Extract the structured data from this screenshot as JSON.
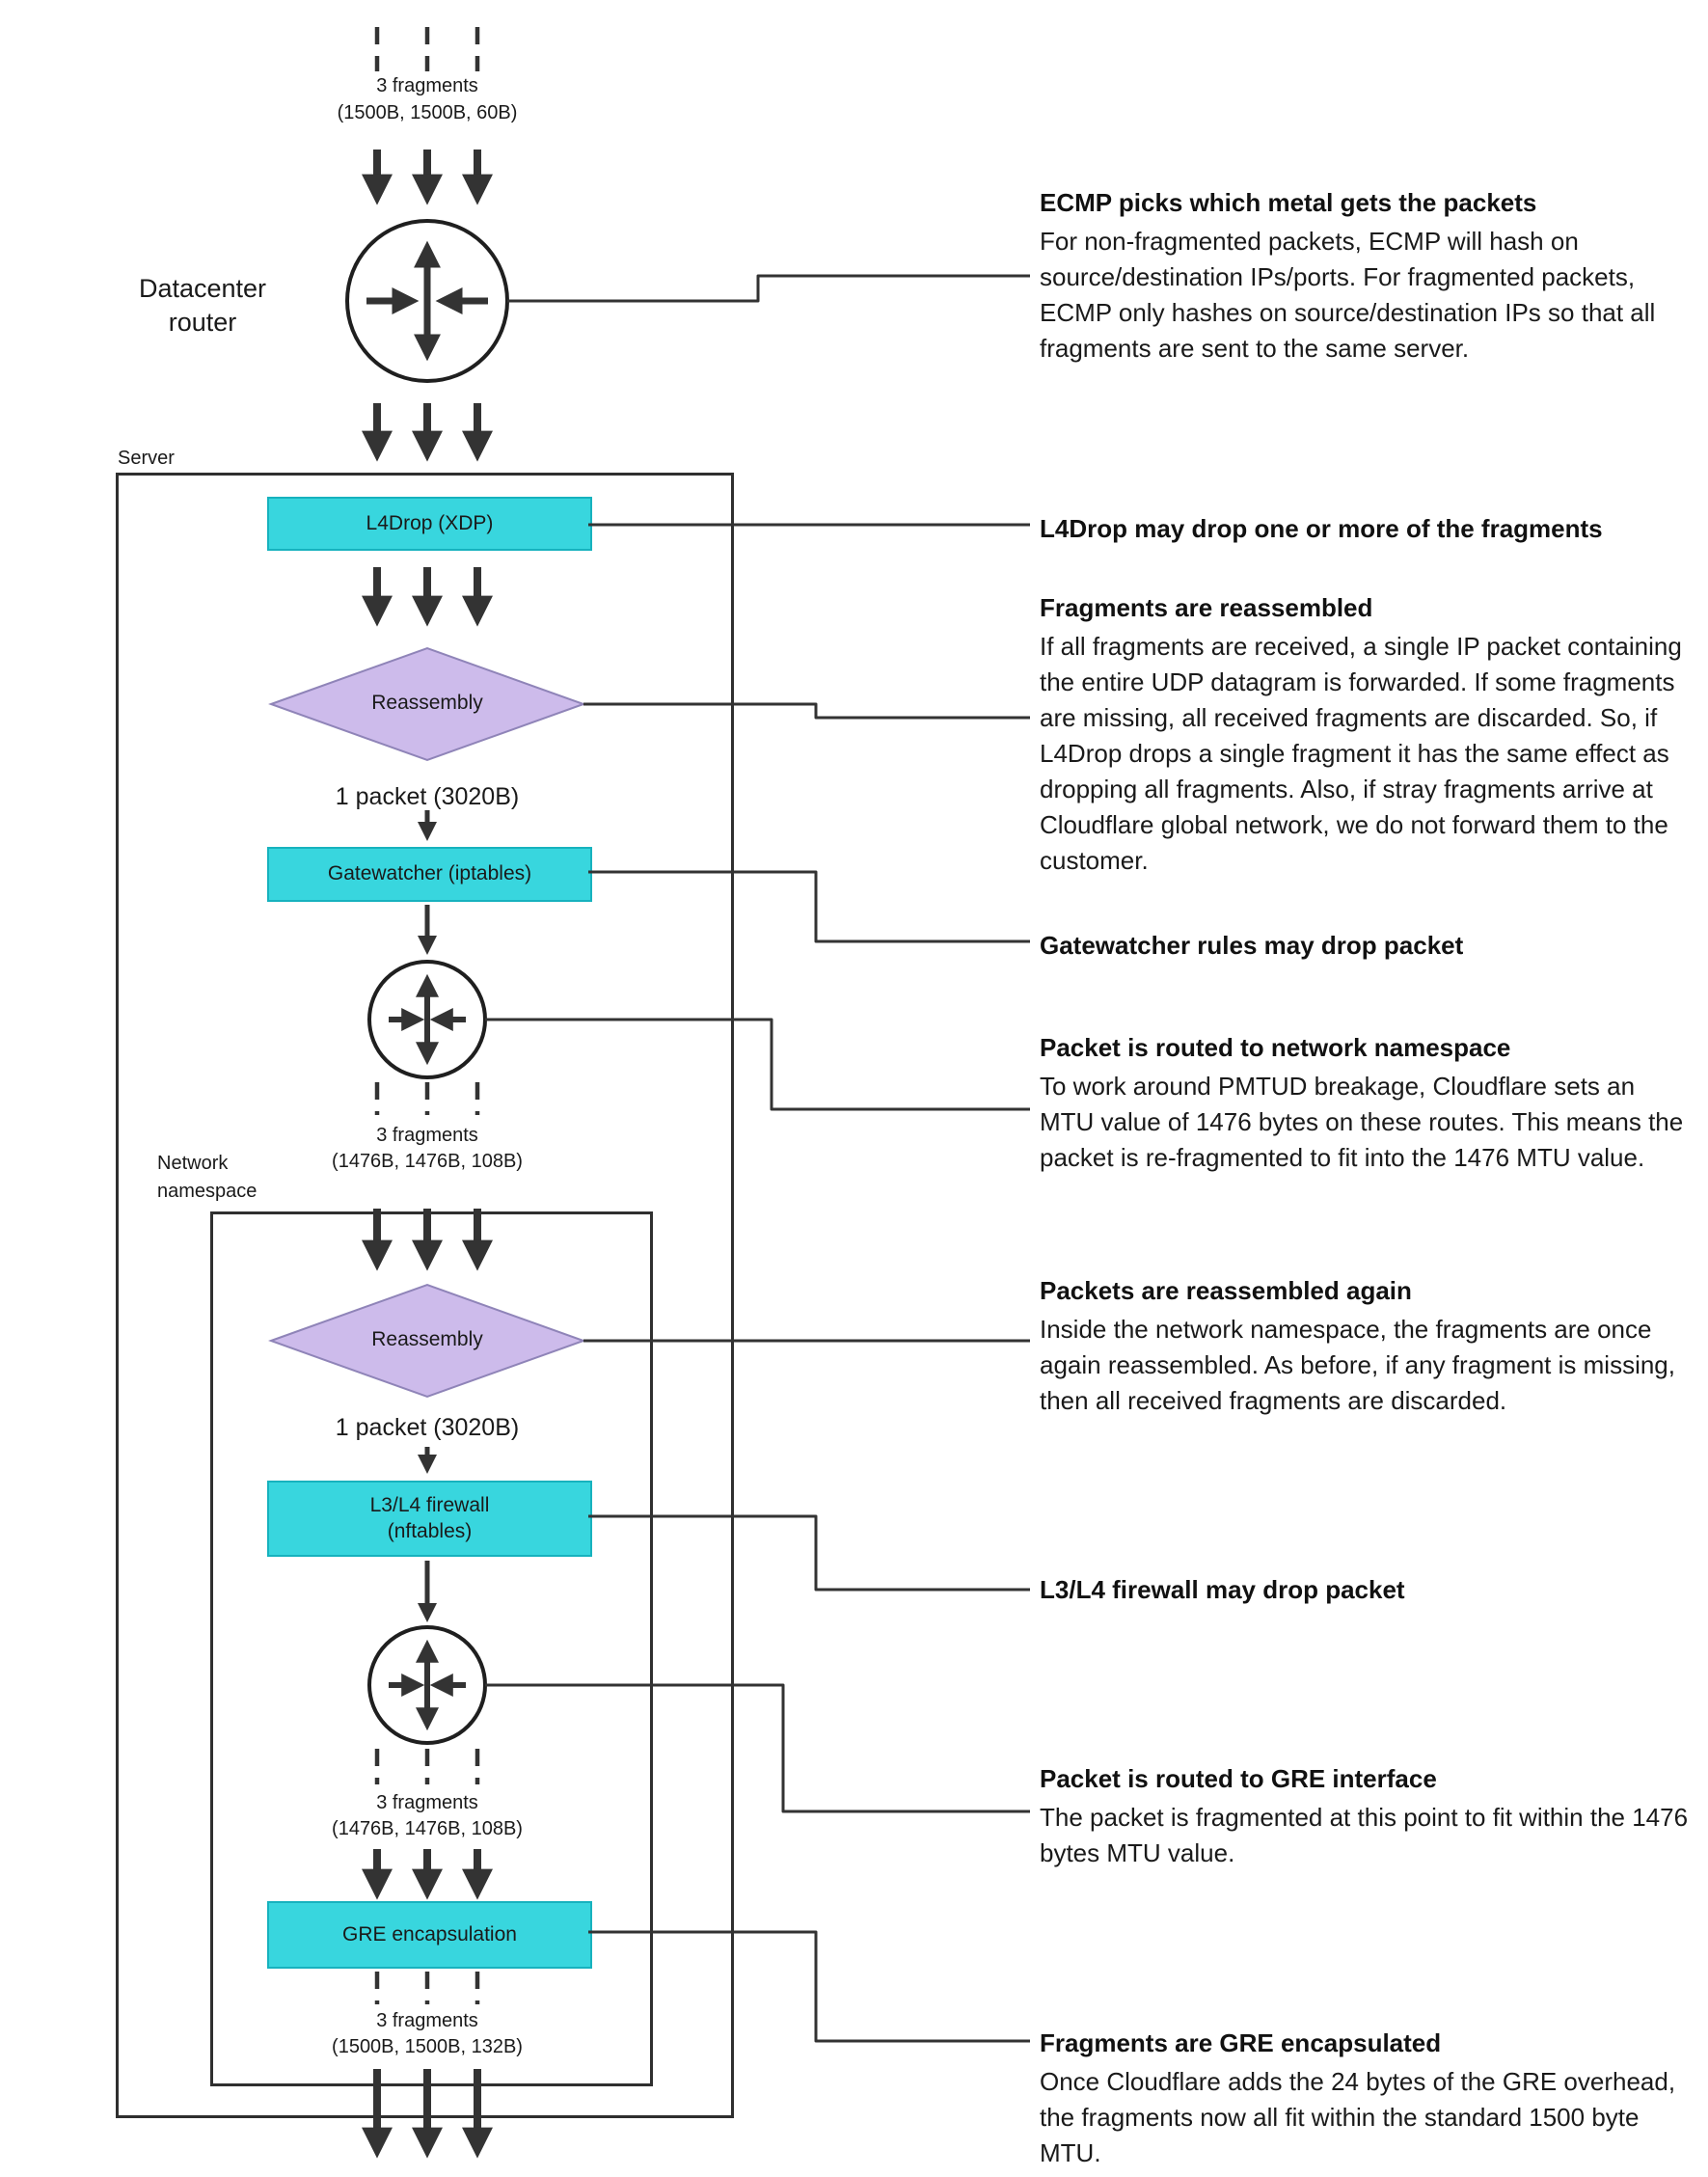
{
  "colors": {
    "ink": "#333333",
    "box_cyan": "#38D6DE",
    "box_cyan_border": "#17B2BE",
    "diamond_purple": "#CDBBEB",
    "diamond_border": "#8F84B8"
  },
  "labels": {
    "server": "Server",
    "network_line1": "Network",
    "network_line2": "namespace",
    "router_line1": "Datacenter",
    "router_line2": "router"
  },
  "flow": {
    "top_fragments": {
      "count": "3 fragments",
      "sizes": "(1500B, 1500B, 60B)"
    },
    "l4drop_label": "L4Drop (XDP)",
    "reassembly1_label": "Reassembly",
    "packet1_label": "1 packet (3020B)",
    "gatewatcher_label": "Gatewatcher (iptables)",
    "netns_fragments": {
      "count": "3 fragments",
      "sizes": "(1476B, 1476B, 108B)"
    },
    "reassembly2_label": "Reassembly",
    "packet2_label": "1 packet (3020B)",
    "firewall_line1": "L3/L4 firewall",
    "firewall_line2": "(nftables)",
    "gre_input_fragments": {
      "count": "3 fragments",
      "sizes": "(1476B, 1476B, 108B)"
    },
    "gre_label": "GRE encapsulation",
    "output_fragments": {
      "count": "3 fragments",
      "sizes": "(1500B, 1500B, 132B)"
    }
  },
  "annotations": [
    {
      "title": "ECMP picks which metal gets the packets",
      "body": "For non-fragmented packets, ECMP will hash on source/destination IPs/ports. For fragmented packets, ECMP only hashes on source/destination IPs so that all fragments are sent to the same server."
    },
    {
      "title": "L4Drop may drop one or more of the fragments",
      "body": ""
    },
    {
      "title": "Fragments are reassembled",
      "body": "If all fragments are received, a single IP packet containing the entire UDP datagram is forwarded. If some fragments are missing, all received fragments are discarded. So, if L4Drop drops a single fragment it has the same effect as dropping all fragments. Also, if stray fragments arrive at Cloudflare global network, we do not forward them to the customer."
    },
    {
      "title": "Gatewatcher rules may drop packet",
      "body": ""
    },
    {
      "title": "Packet is routed to network namespace",
      "body": "To work around PMTUD breakage, Cloudflare sets an MTU value of 1476 bytes on these routes. This means the packet is re-fragmented to fit into the 1476 MTU value."
    },
    {
      "title": "Packets are reassembled again",
      "body": "Inside the network namespace, the fragments are once again reassembled. As before, if any fragment is missing, then all received fragments are discarded."
    },
    {
      "title": "L3/L4 firewall may drop packet",
      "body": ""
    },
    {
      "title": "Packet is routed to GRE interface",
      "body": "The packet is fragmented at this point to fit within the 1476 bytes MTU value."
    },
    {
      "title": "Fragments are GRE encapsulated",
      "body": "Once Cloudflare adds the 24 bytes of the GRE overhead, the fragments now all fit within the standard 1500 byte MTU."
    }
  ]
}
